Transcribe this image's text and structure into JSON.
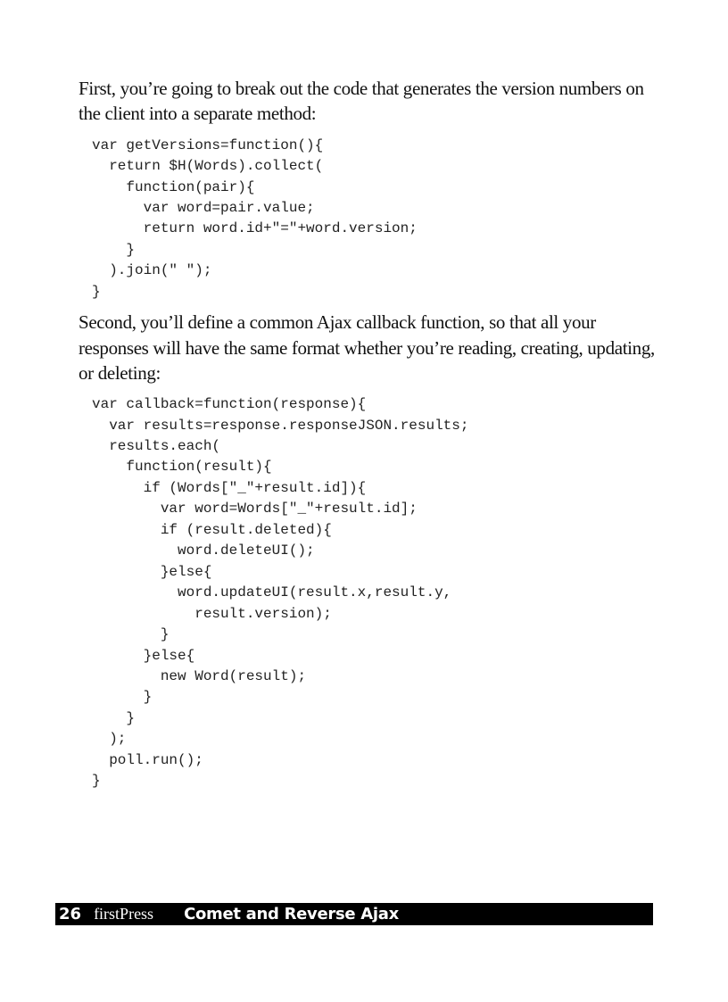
{
  "paragraphs": [
    "First, you’re going to break out the code that generates the version numbers on the client into a separate method:",
    "Second, you’ll define a common Ajax callback function, so that all your responses will have the same format whether you’re reading, creating, updating, or deleting:"
  ],
  "code_blocks": [
    [
      "var getVersions=function(){",
      "  return $H(Words).collect(",
      "    function(pair){",
      "      var word=pair.value;",
      "      return word.id+\"=\"+word.version;",
      "    }",
      "  ).join(\" \");",
      "}"
    ],
    [
      "var callback=function(response){",
      "  var results=response.responseJSON.results;",
      "  results.each(",
      "    function(result){",
      "      if (Words[\"_\"+result.id]){",
      "        var word=Words[\"_\"+result.id];",
      "        if (result.deleted){",
      "          word.deleteUI();",
      "        }else{",
      "          word.updateUI(result.x,result.y,",
      "            result.version);",
      "        }",
      "      }else{",
      "        new Word(result);",
      "      }",
      "    }",
      "  );",
      "  poll.run();",
      "}"
    ]
  ],
  "footer": {
    "page_number": "26",
    "brand": "firstPress",
    "chapter_title": "Comet and Reverse Ajax"
  }
}
